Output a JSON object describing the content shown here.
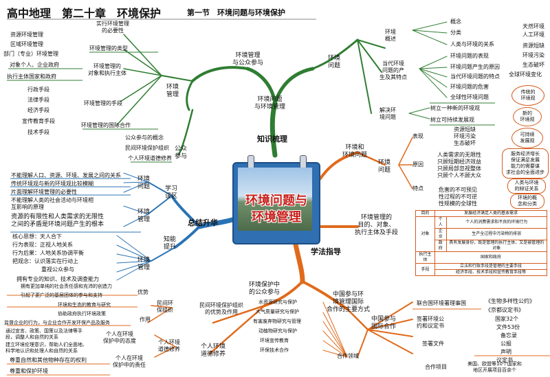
{
  "title": {
    "main": "高中地理　第二十章　环境保护",
    "section": "第一节　环境问题与环境保护"
  },
  "center": {
    "line1": "环境问题与",
    "line2": "环境管理"
  },
  "hubs": {
    "knowledge": "知识梳理",
    "summary": "总结升华",
    "method": "学法指导"
  },
  "k_left": {
    "branch": "环境管理\n与公众参与",
    "mgmt": "环境\n管理",
    "need": "实行环境管理\n的必要性",
    "types": "环境管理的类型",
    "types_items": [
      "资源环境管理",
      "区域环境管理",
      "部门（专业）环境管理"
    ],
    "objects": "环境管理的\n对象和执行主体",
    "objects_items": [
      "对象个人、企业政府",
      "执行主体国家和政府"
    ],
    "means": "环境管理的手段",
    "means_items": [
      "行政手段",
      "法律手段",
      "经济手段",
      "宣传教育手段",
      "技术手段"
    ],
    "intl": "环境管理的国际合作",
    "public": "公众\n参与",
    "public_items": [
      "公众参与的概念",
      "民间环境保护组织",
      "个人环境道德修养"
    ]
  },
  "k_right": {
    "branch": "环境问题\n与环境管理",
    "prob": "环境\n问题",
    "overview": "环境\n概述",
    "ov_items": [
      "概念",
      "分类",
      "人类与环境的关系"
    ],
    "kinds": [
      "天然环境",
      "人工环境",
      "资源短缺",
      "环境污染",
      "生态破坏",
      "全球环境变化"
    ],
    "modern": "当代环境\n问题的产\n生及其特点",
    "modern_items": [
      "环境问题的表现",
      "环境问题产生的原因",
      "当代环境问题的特点",
      "环境问题的危害",
      "全球性环境问题"
    ],
    "solve": "解决环\n境问题",
    "solve_items": [
      "树立一种新的环境观",
      "树立可持续发展观"
    ],
    "bubbles": [
      "传统的\n环境观",
      "新的\n环境观",
      "可持续\n发展观"
    ],
    "rboxes": [
      "服务经济增长\n保证满足发展\n能力的需要谋\n求社会的全面进步",
      "人类与环境\n的辩证关系",
      "环境的概\n念和分类"
    ]
  },
  "m_right": {
    "branch": "环境和\n环境问题",
    "prob": "环境\n问题",
    "show": "表现",
    "show_items": "资源短缺\n环境污染\n生态破坏",
    "reason": "原因",
    "reason_items": "人类需求的无限性\n只顾短期经济效益\n只顾局部忽视整体\n只顾个人不顾大众",
    "feature": "特点",
    "feature_items": "危害的不可预见\n性过程的不可逆\n性规模的全球性",
    "purpose": "环境管理的\n目的、对象、\n执行主体及手段",
    "table": {
      "purpose_label": "目的",
      "purpose_val": "发展经济满足人类的基本需求",
      "object_label": "对象",
      "rows": [
        {
          "k": "个人",
          "v": "个人的消费需求和不良的环境行为"
        },
        {
          "k": "企业",
          "v": "生产全过程中污染物的排放"
        },
        {
          "k": "政府",
          "v": "具有发展身份，既是管理的执行主体，又是被管理的对象"
        }
      ],
      "exec_label": "执行主体",
      "exec_val": "国家和政府",
      "means_label": "手段",
      "means_val1": "立法和行政手段是管理的主要手段",
      "means_val2": "经济手段、技术手段和宣传教育手段等"
    }
  },
  "s_left": {
    "err": "学习\n误区",
    "m1": "环境\n问题",
    "m1_items": [
      "不能理解人口、资源、环境、发展之间的关系",
      "传统环境观与新的环境观比较模糊",
      "片面理解环境管理的必要性"
    ],
    "m2": "环境\n管理",
    "m2_items": [
      "不能理解人类的社会活动与环境相\n互影响的原理"
    ],
    "core": "资源的有限性和人类需求的无限性\n之间的矛盾是环境问题产生的根本",
    "ability": "知能\n提升",
    "m3": "环境\n管理",
    "m3_items": [
      "核心思想：天人合下",
      "行为表现：正视人地关系",
      "行为后果：人地关系协调平衡",
      "把观念：认识落实在行动上",
      "重视公众参与",
      "拥有专业的知识、技术及调查能力"
    ]
  },
  "method_left": {
    "branch": "环境保护中\n的公众参与",
    "civil": "民间环境保护组织\n的优势及作用",
    "civil_org": "民间环\n保组织",
    "adv": "优势",
    "adv_items": [
      "拥有更加单纯的社会责任感和充沛的创造力",
      "引起了更广泛的基层团体的参与和支持"
    ],
    "role": "作用",
    "role_items": [
      "环境和生态的教育与研究",
      "协助政府执行环境政策",
      "监督企业的行为，与企业合作开发环保产品及服务"
    ],
    "personal": "个人环境\n道德修养",
    "p_moral": "个人环境\n道德修养",
    "p_attitude": "个人在环境\n保护中的态度",
    "p_att_items": [
      "通过宣言、政策、国策以及法律等手\n段，调整人和自然的关系",
      "建立环境伦理意识，帮助人们全面地、\n科学地认识和处理人和自然的关系"
    ],
    "p_duty": "个人在环境\n保护中的责任",
    "p_duty_items": [
      "尊重自然和其他物种存在的权利",
      "尊重和保护环境"
    ]
  },
  "method_right": {
    "branch": "中国参与环\n境管理国际\n合作的主要方式",
    "china": "中国参与\n国际合作",
    "council": "联合国环境署理事国",
    "sign": "签署环境公\n约和议定书",
    "sign_items": [
      "《生物多样性公约》",
      "《京都议定书》",
      "国家32个",
      "文件53份"
    ],
    "docs": "签署文件",
    "docs_items": [
      "备忘录",
      "公报",
      "声明",
      "议定书"
    ],
    "projects": "合作项目",
    "projects_val": "美国、欧盟等10个国家和\n地区开展项目百余个",
    "fields": "合作领域",
    "fields_items": [
      "水资源研究与保护",
      "大气质量研究与保护",
      "有害废弃物研究与管理",
      "动植物研究与保护",
      "环境宣传教育",
      "环保技术合作"
    ]
  },
  "colors": {
    "green": "#2f7d32",
    "blue": "#2a73b5",
    "orange": "#e06a1b",
    "red": "#c8201b"
  }
}
